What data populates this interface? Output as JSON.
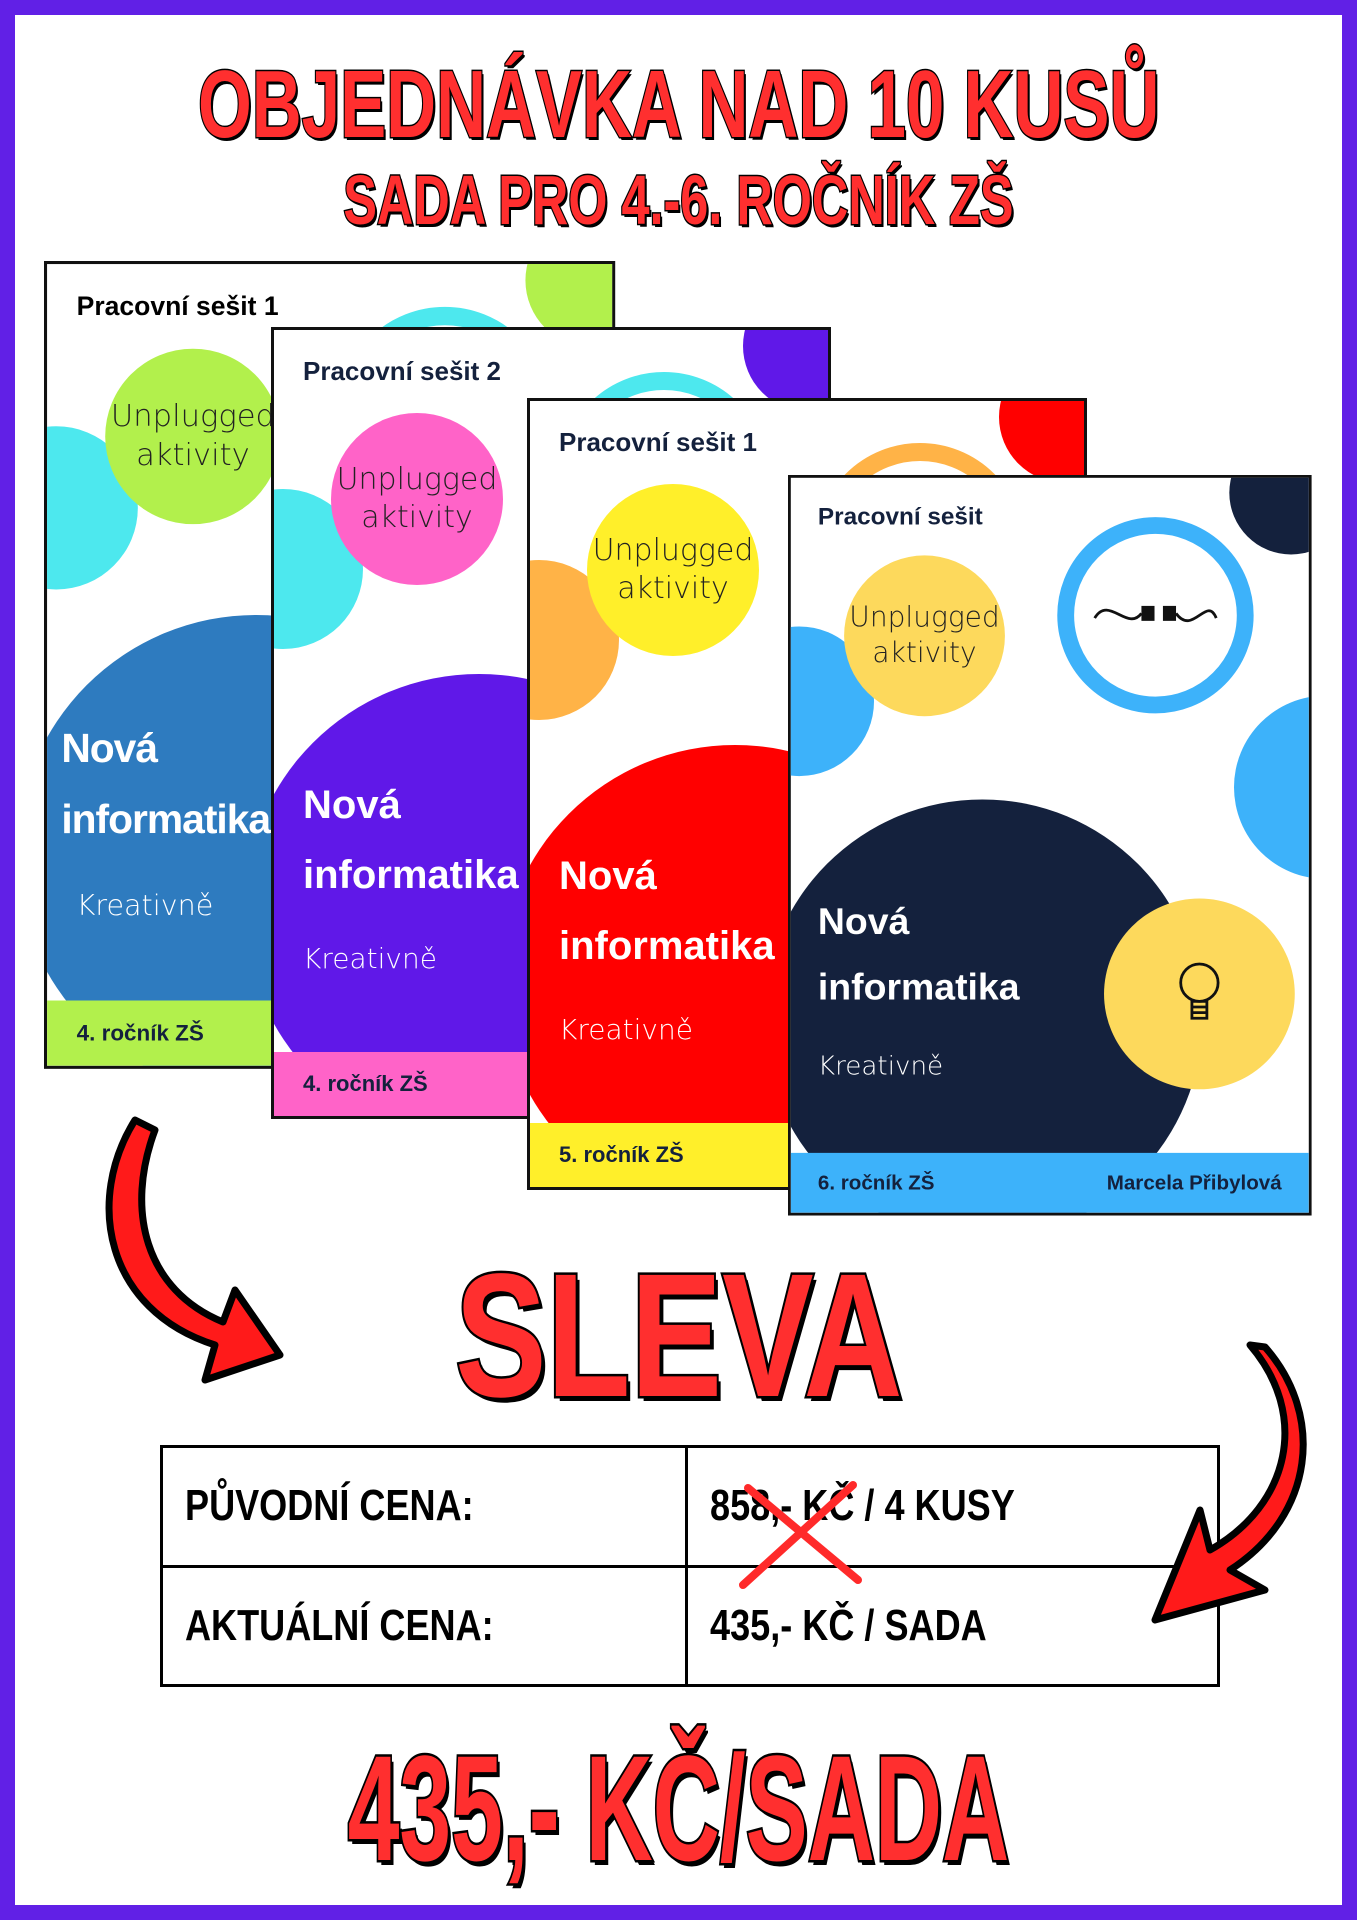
{
  "header": {
    "title": "OBJEDNÁVKA NAD 10 KUSŮ",
    "subtitle": "SADA PRO 4.-6. ROČNÍK ZŠ"
  },
  "books": [
    {
      "title": "Pracovní sešit 1",
      "unplugged": "Unplugged aktivity",
      "name_line1": "Nová",
      "name_line2": "informatika",
      "tagline": "Kreativně",
      "grade": "4. ročník ZŠ",
      "colors": {
        "accent": "#b2f04c",
        "main": "#2e7bbf",
        "ring": "#4de8ee"
      }
    },
    {
      "title": "Pracovní sešit 2",
      "unplugged": "Unplugged aktivity",
      "name_line1": "Nová",
      "name_line2": "informatika",
      "tagline": "Kreativně",
      "grade": "4. ročník ZŠ",
      "colors": {
        "accent": "#ff63c8",
        "main": "#6018e8",
        "ring": "#4de8ee"
      }
    },
    {
      "title": "Pracovní sešit 1",
      "unplugged": "Unplugged aktivity",
      "name_line1": "Nová",
      "name_line2": "informatika",
      "tagline": "Kreativně",
      "grade": "5. ročník ZŠ",
      "colors": {
        "accent": "#ffef2a",
        "main": "#ff0000",
        "ring": "#ffb347"
      }
    },
    {
      "title": "Pracovní sešit",
      "unplugged": "Unplugged aktivity",
      "name_line1": "Nová",
      "name_line2": "informatika",
      "tagline": "Kreativně",
      "grade": "6. ročník ZŠ",
      "author": "Marcela Přibylová",
      "colors": {
        "accent": "#fdd95c",
        "main": "#14213d",
        "ring": "#3db2fa"
      }
    }
  ],
  "sleva": "SLEVA",
  "price_table": {
    "rows": [
      {
        "label": "PŮVODNÍ CENA:",
        "value": "858,- KČ / 4 KUSY",
        "struck": true
      },
      {
        "label": "AKTUÁLNÍ CENA:",
        "value": "435,- KČ / SADA",
        "struck": false
      }
    ]
  },
  "footer_price": "435,- KČ/SADA",
  "colors": {
    "frame": "#6120e6",
    "headline": "#ff2f2f"
  }
}
